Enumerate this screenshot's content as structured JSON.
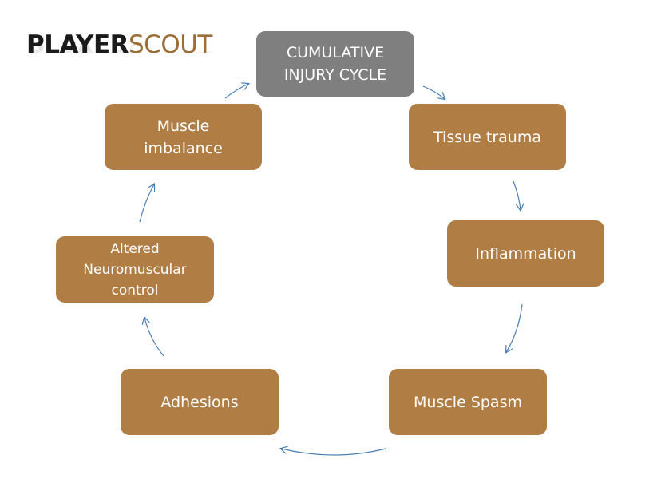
{
  "logo": {
    "part1": "PLAYER",
    "part2": "SCOUT",
    "part1_color": "#1a1a1a",
    "part2_color": "#9a6e36"
  },
  "cycle": {
    "title": "CUMULATIVE INJURY CYCLE",
    "title_color": "#7f7f7f",
    "step_color": "#b07d44",
    "arrow_color": "#4a7fb5",
    "steps": [
      {
        "label": "Tissue trauma"
      },
      {
        "label": "Inflammation"
      },
      {
        "label": "Muscle Spasm"
      },
      {
        "label": "Adhesions"
      },
      {
        "label": "Altered Neuromuscular control"
      },
      {
        "label": "Muscle imbalance"
      }
    ]
  }
}
